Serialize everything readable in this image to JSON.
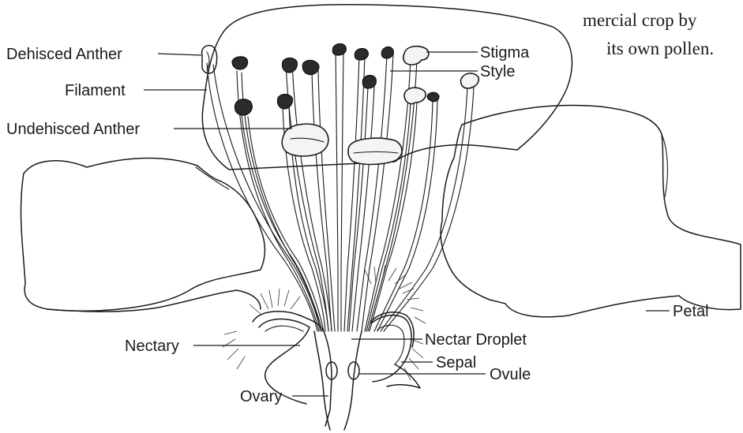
{
  "caption": {
    "line1": "mercial crop by",
    "line2": "its own pollen."
  },
  "labels": {
    "dehisced_anther": "Dehisced Anther",
    "filament": "Filament",
    "undehisced_anther": "Undehisced Anther",
    "stigma": "Stigma",
    "style": "Style",
    "petal": "Petal",
    "nectary": "Nectary",
    "nectar_droplet": "Nectar Droplet",
    "sepal": "Sepal",
    "ovule": "Ovule",
    "ovary": "Ovary"
  }
}
